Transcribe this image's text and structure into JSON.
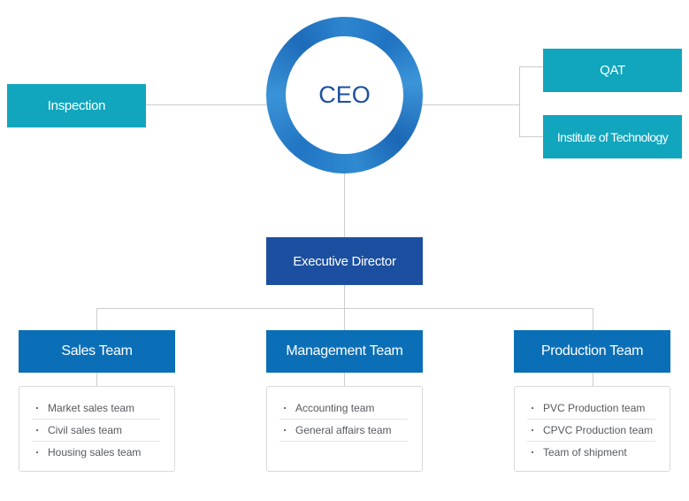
{
  "ceo": {
    "label": "CEO"
  },
  "left_box": {
    "label": "Inspection"
  },
  "right_boxes": [
    {
      "label": "QAT"
    },
    {
      "label": "Institute of Technology"
    }
  ],
  "executive": {
    "label": "Executive Director"
  },
  "teams": [
    {
      "label": "Sales Team",
      "items": [
        "Market sales team",
        "Civil sales team",
        "Housing sales team"
      ]
    },
    {
      "label": "Management Team",
      "items": [
        "Accounting team",
        "General affairs team"
      ]
    },
    {
      "label": "Production Team",
      "items": [
        "PVC Production team",
        "CPVC Production team",
        "Team of shipment"
      ]
    }
  ],
  "colors": {
    "teal": "#11a6bd",
    "team_blue": "#0b6fb8",
    "executive_navy": "#1c4f9f",
    "ceo_ring": "#2e86cf",
    "connector_line": "#c9ccd1"
  }
}
